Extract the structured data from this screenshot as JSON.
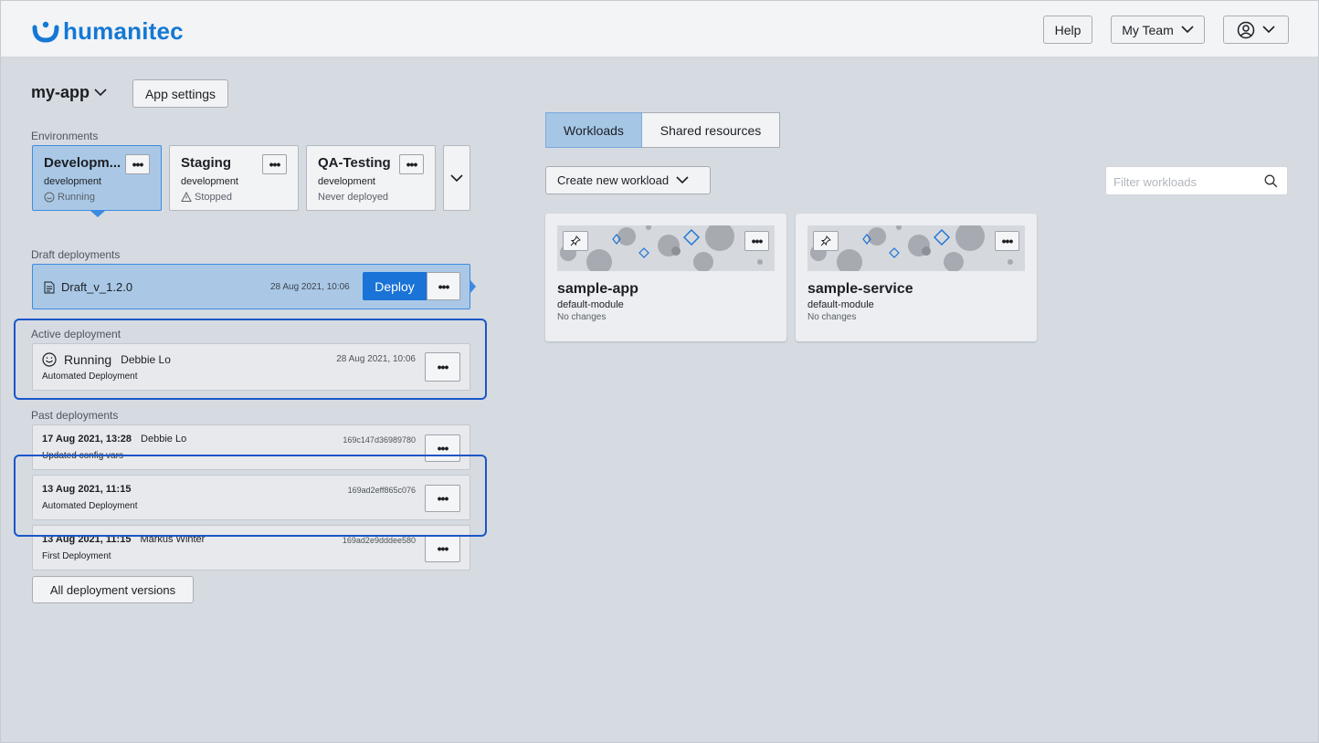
{
  "brand": {
    "name": "humanitec",
    "color": "#1478d4"
  },
  "header": {
    "help_label": "Help",
    "team_label": "My Team",
    "user_icon": "user-circle-icon"
  },
  "app": {
    "name": "my-app",
    "settings_label": "App settings"
  },
  "environments": {
    "label": "Environments",
    "items": [
      {
        "name": "Developm...",
        "type": "development",
        "status": "Running",
        "status_icon": "smile-icon",
        "active": true
      },
      {
        "name": "Staging",
        "type": "development",
        "status": "Stopped",
        "status_icon": "warning-icon",
        "active": false
      },
      {
        "name": "QA-Testing",
        "type": "development",
        "status": "Never deployed",
        "status_icon": "",
        "active": false
      }
    ]
  },
  "draft": {
    "label": "Draft deployments",
    "name": "Draft_v_1.2.0",
    "date": "28 Aug 2021, 10:06",
    "deploy_label": "Deploy"
  },
  "active_deployment": {
    "label": "Active deployment",
    "status": "Running",
    "author": "Debbie Lo",
    "date": "28 Aug 2021, 10:06",
    "description": "Automated Deployment"
  },
  "past_deployments": {
    "label": "Past deployments",
    "items": [
      {
        "date": "17 Aug 2021, 13:28",
        "author": "Debbie Lo",
        "id": "169c147d36989780",
        "description": "Updated config vars"
      },
      {
        "date": "13 Aug 2021, 11:15",
        "author": "",
        "id": "169ad2eff865c076",
        "description": "Automated Deployment"
      },
      {
        "date": "13 Aug 2021, 11:15",
        "author": "Markus Winter",
        "id": "169ad2e9dddee580",
        "description": "First Deployment"
      }
    ],
    "all_versions_label": "All deployment versions"
  },
  "tabs": {
    "workloads": "Workloads",
    "shared": "Shared resources"
  },
  "workloads": {
    "create_label": "Create new workload",
    "filter_placeholder": "Filter workloads",
    "items": [
      {
        "name": "sample-app",
        "module": "default-module",
        "status": "No changes"
      },
      {
        "name": "sample-service",
        "module": "default-module",
        "status": "No changes"
      }
    ]
  },
  "colors": {
    "accent": "#1a73d6",
    "selected_bg": "#aac8e6",
    "highlight": "#1a56c8"
  }
}
